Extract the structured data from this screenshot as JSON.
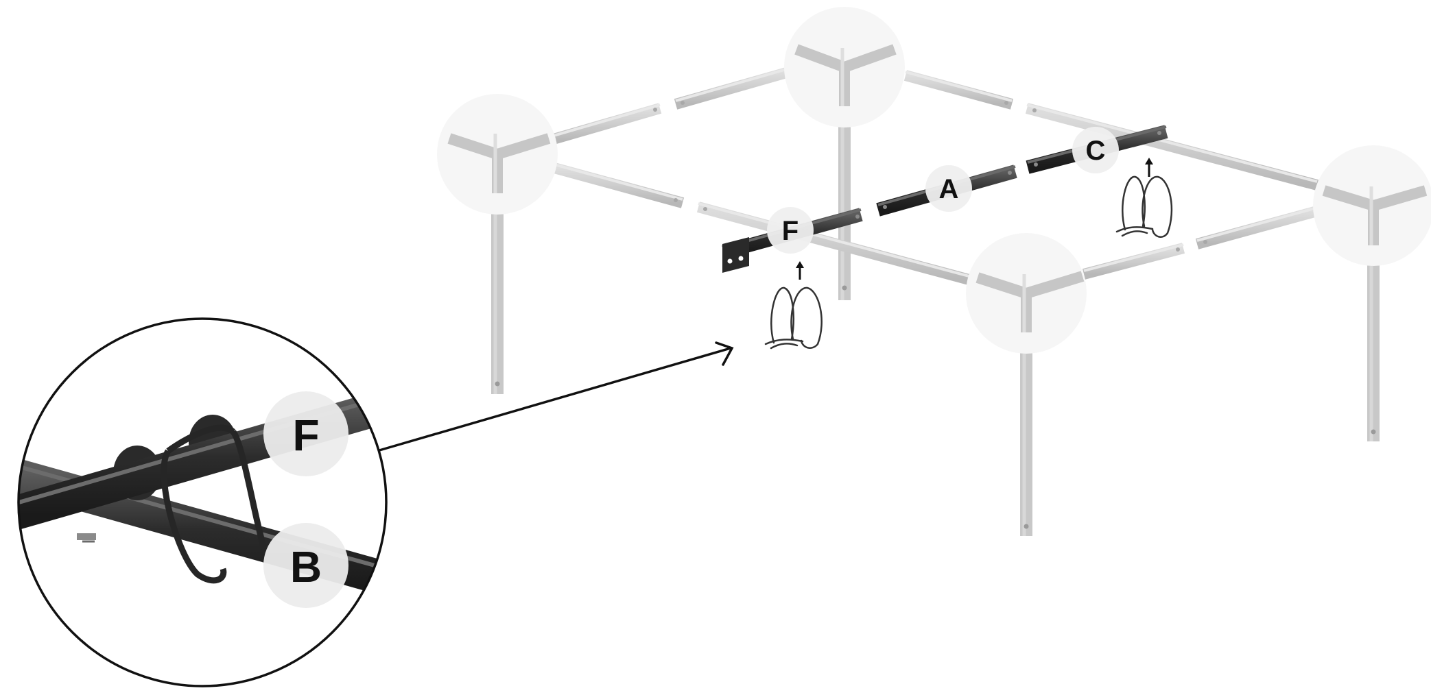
{
  "diagram": {
    "labels": {
      "a": "A",
      "c": "C",
      "f": "F",
      "detail_f": "F",
      "detail_b": "B"
    },
    "colors": {
      "frame_tube": "#c9c9c9",
      "frame_tube_highlight": "#e6e6e6",
      "frame_joint_disc": "#f6f6f6",
      "dark_bar": "#2e2e2e",
      "dark_bar_highlight": "#5a5a5a",
      "label_disc": "#efefef",
      "outline": "#111111"
    },
    "icons": [
      "hitch-pin-clip-icon",
      "up-arrow-icon",
      "callout-arrow-icon",
      "detail-magnifier-circle"
    ]
  }
}
